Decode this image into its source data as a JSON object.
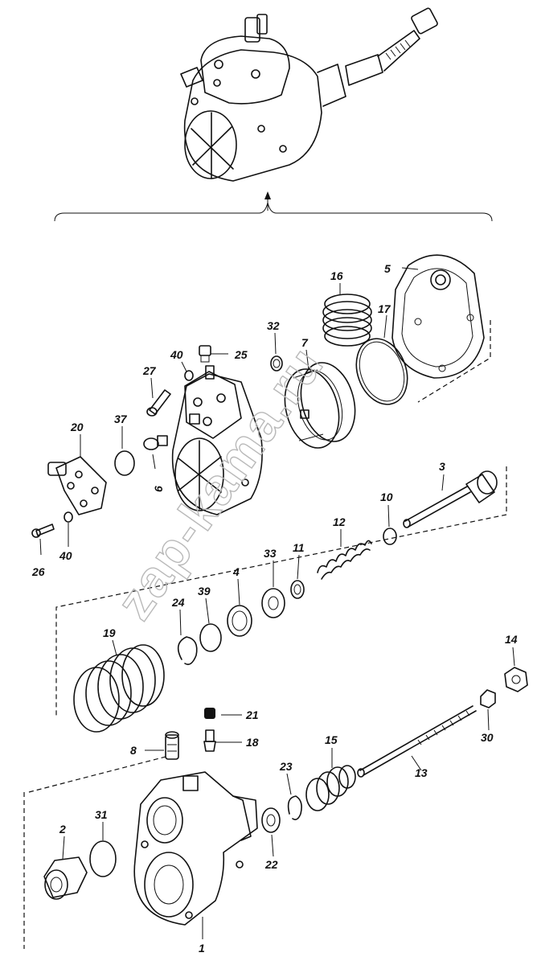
{
  "diagram": {
    "watermark": "zap-kama.ru",
    "callouts": [
      {
        "id": "p1",
        "label": "1"
      },
      {
        "id": "p2",
        "label": "2"
      },
      {
        "id": "p3",
        "label": "3"
      },
      {
        "id": "p4",
        "label": "4"
      },
      {
        "id": "p5",
        "label": "5"
      },
      {
        "id": "p6",
        "label": "6"
      },
      {
        "id": "p7",
        "label": "7"
      },
      {
        "id": "p8",
        "label": "8"
      },
      {
        "id": "p10",
        "label": "10"
      },
      {
        "id": "p11",
        "label": "11"
      },
      {
        "id": "p12",
        "label": "12"
      },
      {
        "id": "p13",
        "label": "13"
      },
      {
        "id": "p14",
        "label": "14"
      },
      {
        "id": "p15",
        "label": "15"
      },
      {
        "id": "p16",
        "label": "16"
      },
      {
        "id": "p17",
        "label": "17"
      },
      {
        "id": "p18",
        "label": "18"
      },
      {
        "id": "p19",
        "label": "19"
      },
      {
        "id": "p20",
        "label": "20"
      },
      {
        "id": "p21",
        "label": "21"
      },
      {
        "id": "p22",
        "label": "22"
      },
      {
        "id": "p23",
        "label": "23"
      },
      {
        "id": "p24",
        "label": "24"
      },
      {
        "id": "p25",
        "label": "25"
      },
      {
        "id": "p26",
        "label": "26"
      },
      {
        "id": "p27",
        "label": "27"
      },
      {
        "id": "p30",
        "label": "30"
      },
      {
        "id": "p31",
        "label": "31"
      },
      {
        "id": "p32",
        "label": "32"
      },
      {
        "id": "p33",
        "label": "33"
      },
      {
        "id": "p37",
        "label": "37"
      },
      {
        "id": "p39",
        "label": "39"
      },
      {
        "id": "p40a",
        "label": "40"
      },
      {
        "id": "p40b",
        "label": "40"
      }
    ]
  }
}
